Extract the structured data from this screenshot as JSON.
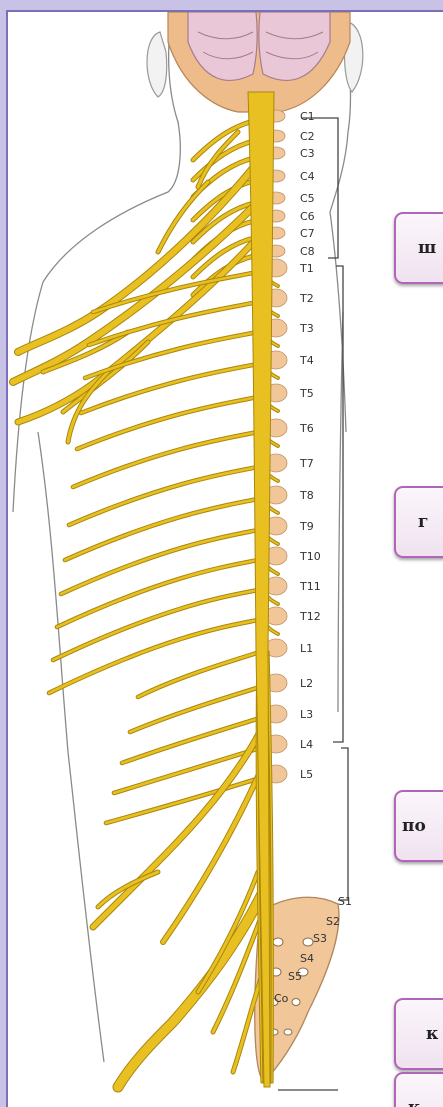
{
  "segment_labels": [
    "C1",
    "C2",
    "C3",
    "C4",
    "C5",
    "C6",
    "C7",
    "C8",
    "T1",
    "T2",
    "T3",
    "T4",
    "T5",
    "T6",
    "T7",
    "T8",
    "T9",
    "T10",
    "T11",
    "T12",
    "L1",
    "L2",
    "L3",
    "L4",
    "L5",
    "S1",
    "S2",
    "S3",
    "S4",
    "S5",
    "Co"
  ],
  "callouts": [
    {
      "id": "cervical",
      "text": "ш"
    },
    {
      "id": "thoracic",
      "text": "г"
    },
    {
      "id": "lumbar",
      "text": "по"
    },
    {
      "id": "sacral",
      "text": "к"
    },
    {
      "id": "coccygeal",
      "text": "к"
    }
  ],
  "colors": {
    "nerve": "#e9c021",
    "nerve_dark": "#a9870c",
    "vertebra": "#f1c79a",
    "brain": "#e9c7d6",
    "callout_border": "#b066b6",
    "background": "#c7c2e6"
  }
}
